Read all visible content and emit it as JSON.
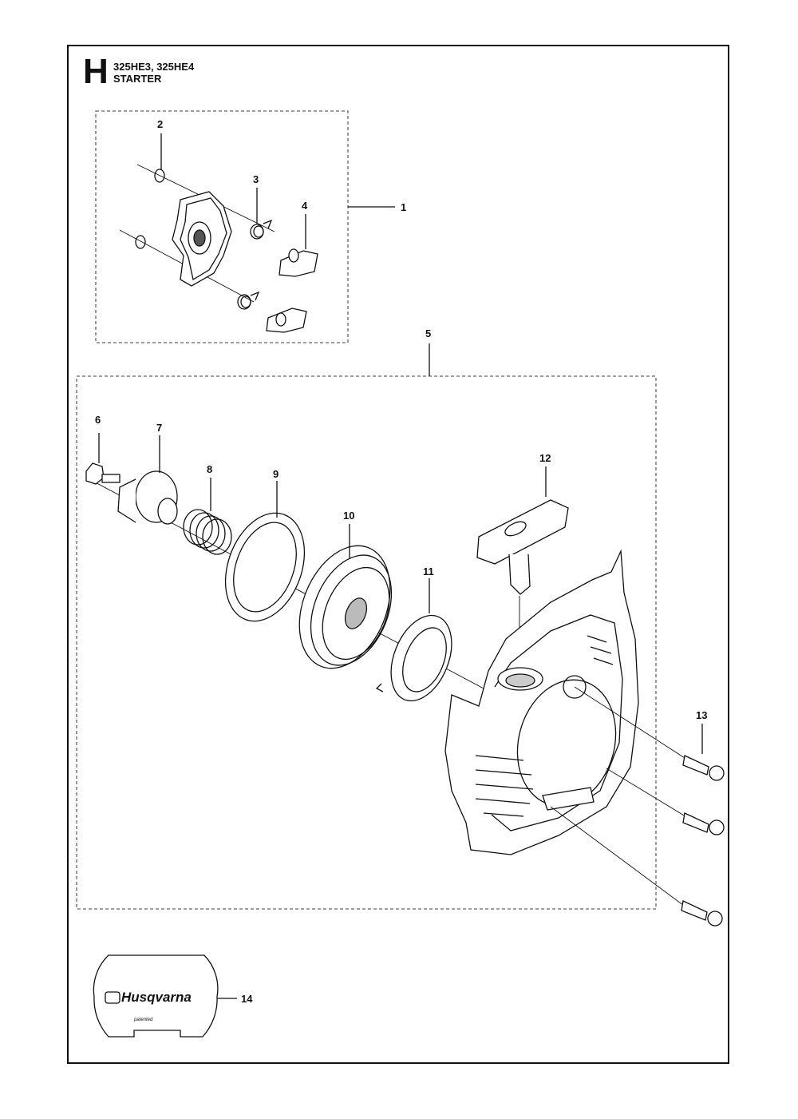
{
  "header": {
    "section_letter": "H",
    "models": "325HE3, 325HE4",
    "title": "STARTER"
  },
  "callouts": [
    {
      "id": "1",
      "label": "1"
    },
    {
      "id": "2",
      "label": "2"
    },
    {
      "id": "3",
      "label": "3"
    },
    {
      "id": "4",
      "label": "4"
    },
    {
      "id": "5",
      "label": "5"
    },
    {
      "id": "6",
      "label": "6"
    },
    {
      "id": "7",
      "label": "7"
    },
    {
      "id": "8",
      "label": "8"
    },
    {
      "id": "9",
      "label": "9"
    },
    {
      "id": "10",
      "label": "10"
    },
    {
      "id": "11",
      "label": "11"
    },
    {
      "id": "12",
      "label": "12"
    },
    {
      "id": "13",
      "label": "13"
    },
    {
      "id": "14",
      "label": "14"
    }
  ],
  "decal": {
    "brand": "Husqvarna",
    "small_text": "patented"
  }
}
